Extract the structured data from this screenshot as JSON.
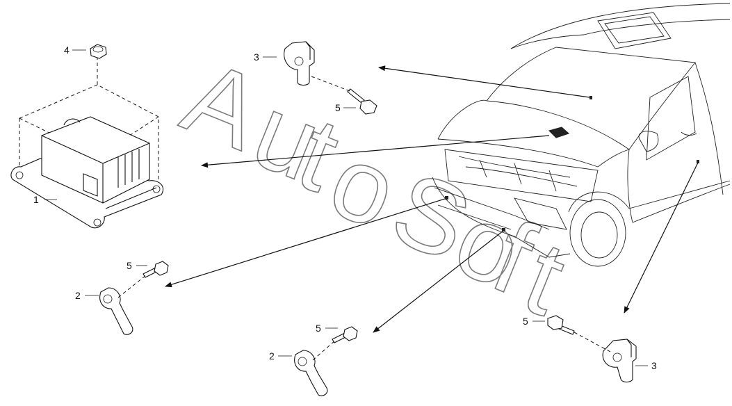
{
  "callouts": {
    "module_1": "1",
    "sensor_2_left": "2",
    "sensor_2_center": "2",
    "sensor_3_top": "3",
    "sensor_3_right": "3",
    "nut_4": "4",
    "bolt_5_top": "5",
    "bolt_5_left": "5",
    "bolt_5_center": "5",
    "bolt_5_right": "5"
  },
  "watermark": {
    "text": "AutoSoft"
  },
  "colors": {
    "line": "#111111",
    "watermark": "#7a7a7a",
    "background": "#ffffff"
  }
}
